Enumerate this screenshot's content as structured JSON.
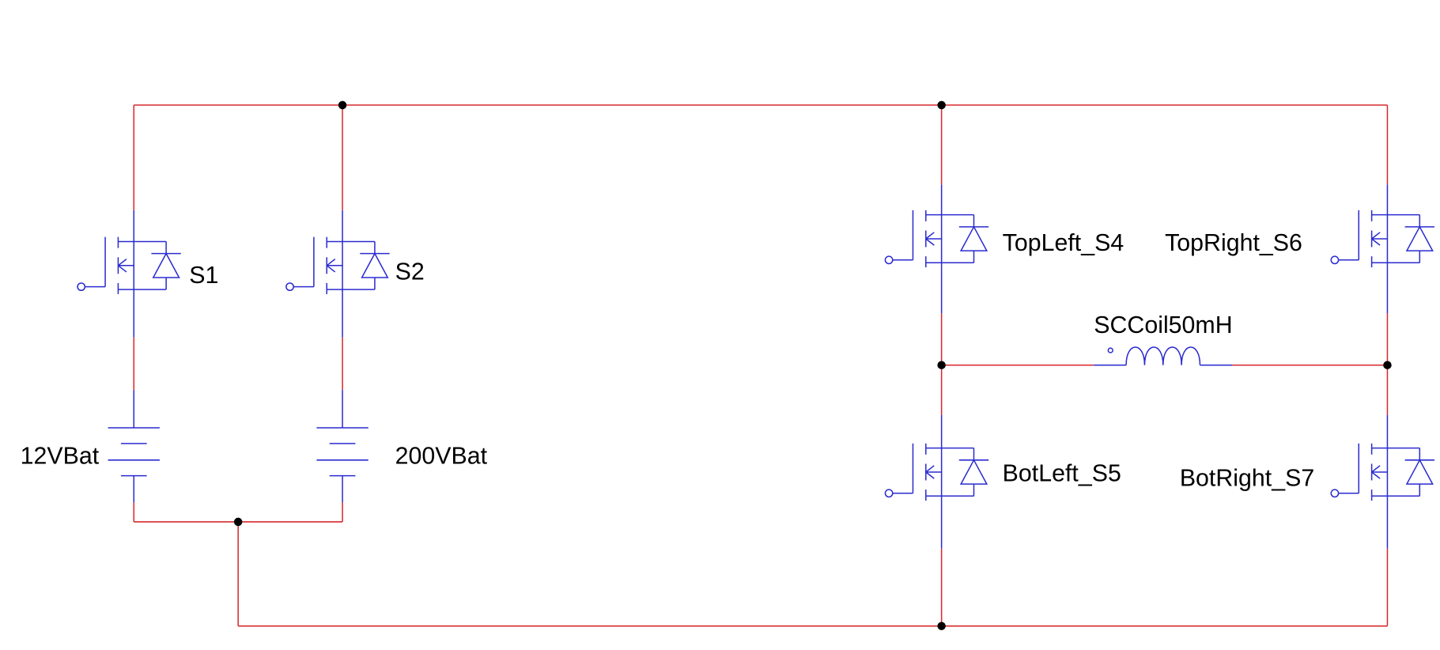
{
  "colors": {
    "wire": "#d8282c",
    "component": "#2b2bd0",
    "node": "#000000"
  },
  "components": {
    "s1": {
      "label": "S1",
      "type": "mosfet-with-body-diode"
    },
    "s2": {
      "label": "S2",
      "type": "mosfet-with-body-diode"
    },
    "s4": {
      "label": "TopLeft_S4",
      "type": "mosfet-with-body-diode"
    },
    "s6": {
      "label": "TopRight_S6",
      "type": "mosfet-with-body-diode"
    },
    "s5": {
      "label": "BotLeft_S5",
      "type": "mosfet-with-body-diode"
    },
    "s7": {
      "label": "BotRight_S7",
      "type": "mosfet-with-body-diode"
    },
    "bat12": {
      "label": "12VBat",
      "type": "battery"
    },
    "bat200": {
      "label": "200VBat",
      "type": "battery"
    },
    "coil": {
      "label": "SCCoil50mH",
      "type": "inductor"
    }
  }
}
